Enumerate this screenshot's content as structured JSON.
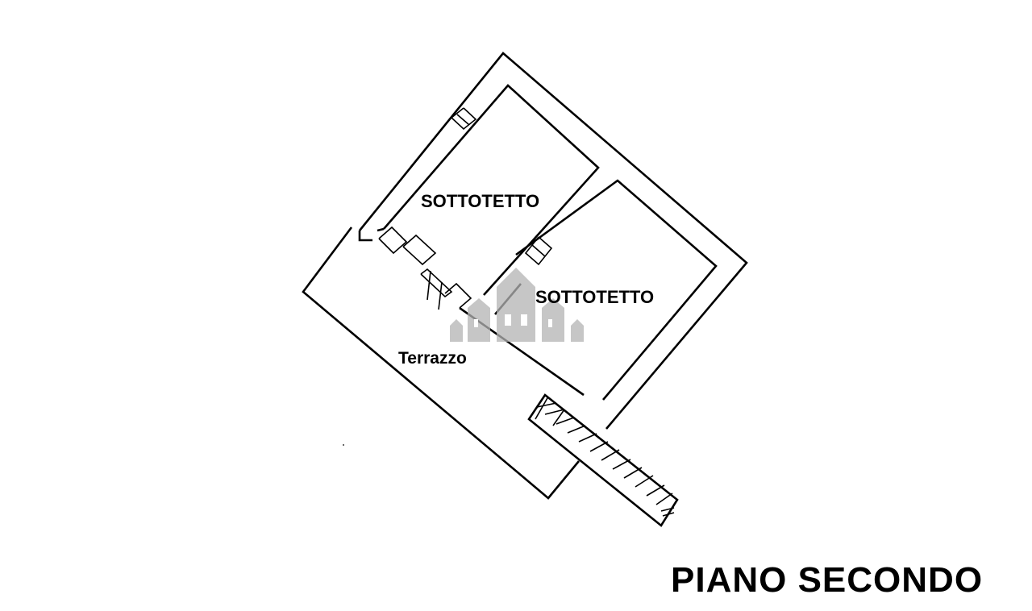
{
  "plan": {
    "rooms": [
      {
        "id": "sottotetto-1",
        "label": "SOTTOTETTO"
      },
      {
        "id": "sottotetto-2",
        "label": "SOTTOTETTO"
      },
      {
        "id": "terrazzo",
        "label": "Terrazzo"
      }
    ],
    "floor_title": "PIANO SECONDO",
    "watermark": {
      "icon": "house-logo-icon",
      "color": "#b3b3b3"
    },
    "line_color": "#000000",
    "background": "#ffffff"
  }
}
